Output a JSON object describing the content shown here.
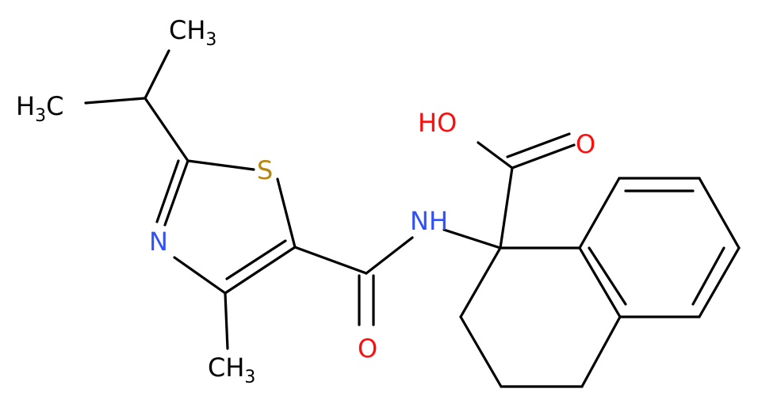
{
  "molecule": {
    "atoms": {
      "ch3_top": {
        "main": "CH",
        "sub": "3"
      },
      "h3c_left": {
        "pre": "H",
        "sub": "3",
        "main": "C"
      },
      "s": {
        "main": "S"
      },
      "n_ring": {
        "main": "N"
      },
      "ch3_bottom": {
        "main": "CH",
        "sub": "3"
      },
      "o_amide": {
        "main": "O"
      },
      "nh": {
        "main": "NH"
      },
      "oh": {
        "main": "HO"
      },
      "o_acid": {
        "main": "O"
      }
    },
    "colors": {
      "bond": "#000000",
      "carbon_label": "#000000",
      "nitrogen": "#3050F8",
      "oxygen": "#FF0D0D",
      "sulfur": "#B8860B"
    }
  }
}
